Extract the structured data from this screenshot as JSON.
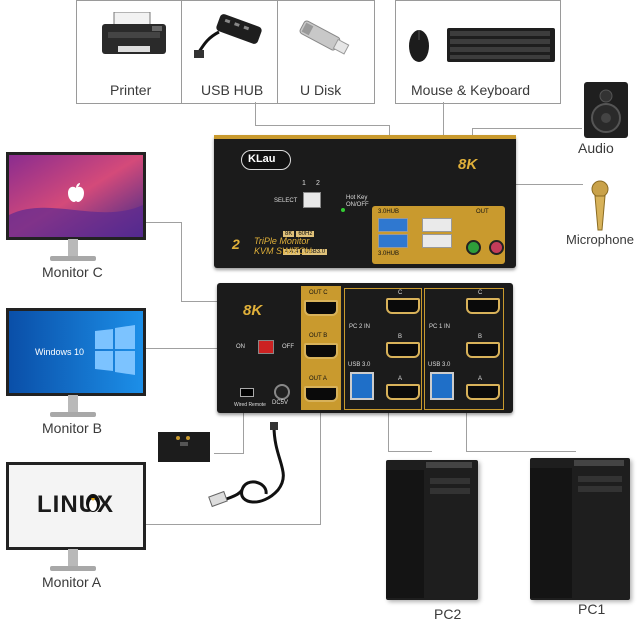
{
  "peripherals": {
    "printer": "Printer",
    "usb_hub": "USB HUB",
    "u_disk": "U Disk",
    "mouse_keyboard": "Mouse & Keyboard",
    "audio": "Audio",
    "microphone": "Microphone"
  },
  "monitors": {
    "c": "Monitor C",
    "b": "Monitor B",
    "a": "Monitor A",
    "windows_text": "Windows 10",
    "linux_text": "LINUX"
  },
  "pcs": {
    "pc2": "PC2",
    "pc1": "PC1"
  },
  "device": {
    "brand": "KLau",
    "badge_8k": "8K",
    "select": "SELECT",
    "port_1": "1",
    "port_2": "2",
    "hotkey": "Hot Key ON/OFF",
    "spec_8k": "8K",
    "spec_60hz": "60Hz",
    "spec_444": "4:4:4",
    "spec_usb": "USB3.0",
    "ports_count": "2",
    "title_line1": "TriPle Monitor",
    "title_line2": "KVM SWITCH",
    "hub_top": "3.0HUB",
    "hub_bottom": "3.0HUB",
    "out_label": "OUT",
    "on": "ON",
    "off": "OFF",
    "out_c": "OUT C",
    "out_b": "OUT B",
    "out_a": "OUT A",
    "pc2_in": "PC 2 IN",
    "pc1_in": "PC 1 IN",
    "usb30_left": "USB 3.0",
    "usb30_right": "USB 3.0",
    "wired_remote": "Wired Remote",
    "dc5v": "DC5V",
    "port_c1": "C",
    "port_b1": "B",
    "port_a1": "A",
    "port_c2": "C",
    "port_b2": "B",
    "port_a2": "A"
  },
  "colors": {
    "gold": "#c99a2e",
    "device_body": "#1b1b1b",
    "line": "#a0a0a0",
    "usb3_blue": "#1f6fc8"
  }
}
